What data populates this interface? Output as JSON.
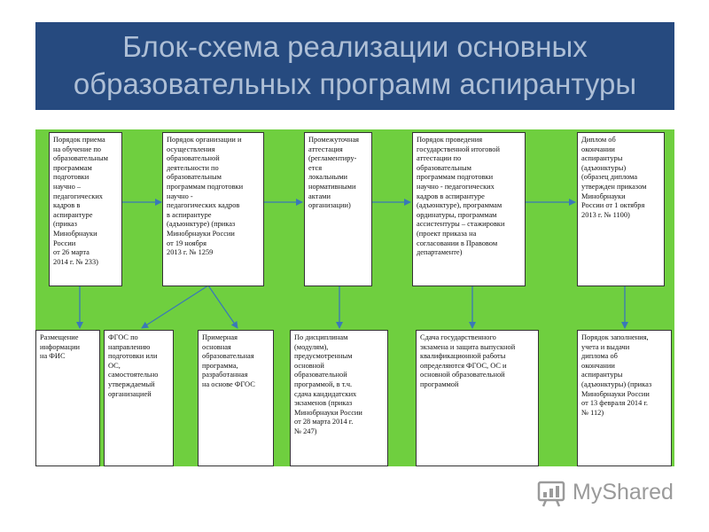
{
  "slide": {
    "title_line1": "Блок-схема реализации основных",
    "title_line2": "образовательных программ аспирантуры",
    "colors": {
      "header_bg": "#264a7f",
      "title_text": "#aebfd6",
      "panel_bg": "#6fcf3f",
      "connector": "#3a78b8"
    }
  },
  "diagram": {
    "top_row": [
      {
        "id": "t1",
        "text": "Порядок приема\nна обучение по\nобразовательным\nпрограммам\nподготовки\nнаучно –\nпедагогических\nкадров в\nаспирантуре\n(приказ\nМинобрнауки\nРоссии\nот 26 марта\n2014 г. № 233)"
      },
      {
        "id": "t2",
        "text": "Порядок организации и\nосуществления\nобразовательной\nдеятельности по\nобразовательным\nпрограммам подготовки\nнаучно -\nпедагогических кадров\nв аспирантуре\n(адъюнктуре) (приказ\nМинобрнауки России\nот 19 ноября\n2013 г. № 1259"
      },
      {
        "id": "t3",
        "text": "Промежуточная\nаттестация\n(регламентиру-\nется\nлокальными\nнормативными\nактами\nорганизации)"
      },
      {
        "id": "t4",
        "text": "Порядок проведения\nгосударственной итоговой\nаттестации по\nобразовательным\nпрограммам подготовки\nнаучно - педагогических\nкадров в аспирантуре\n(адъюнктуре), программам\nординатуры, программам\nассистентуры – стажировки\n(проект приказа на\nсогласовании в Правовом\nдепартаменте)"
      },
      {
        "id": "t5",
        "text": "Диплом об\nокончании\nаспирантуры\n(адъюнктуры)\n(образец диплома\nутвержден приказом\nМинобрнауки\nРоссии от 1 октября\n2013 г. № 1100)"
      }
    ],
    "bottom_row": [
      {
        "id": "b1",
        "text": "Размещение\nинформации\nна ФИС"
      },
      {
        "id": "b2",
        "text": "ФГОС по\nнаправлению\nподготовки или\nОС,\nсамостоятельно\nутверждаемый\nорганизацией"
      },
      {
        "id": "b3",
        "text": "Примерная\nосновная\nобразовательная\nпрограмма,\nразработанная\nна основе ФГОС"
      },
      {
        "id": "b4",
        "text": "По дисциплинам\n(модулям),\nпредусмотренным\nосновной\nобразовательной\nпрограммой, в т.ч.\nсдача кандидатских\nэкзаменов (приказ\nМинобрнауки России\nот 28 марта 2014 г.\n№ 247)"
      },
      {
        "id": "b5",
        "text": "Сдача государственного\nэкзамена и защита выпускной\nквалификационной работы\nопределяются ФГОС, ОС и\nосновной образовательной\nпрограммой"
      },
      {
        "id": "b6",
        "text": "Порядок заполнения,\nучета и выдачи\nдиплома об\nокончании\nаспирантуры\n(адъюнктуры) (приказ\nМинобрнауки России\nот 13 февраля 2014 г.\n№ 112)"
      }
    ]
  },
  "watermark": {
    "text": "MyShared",
    "icon": "myshared-logo-icon"
  }
}
